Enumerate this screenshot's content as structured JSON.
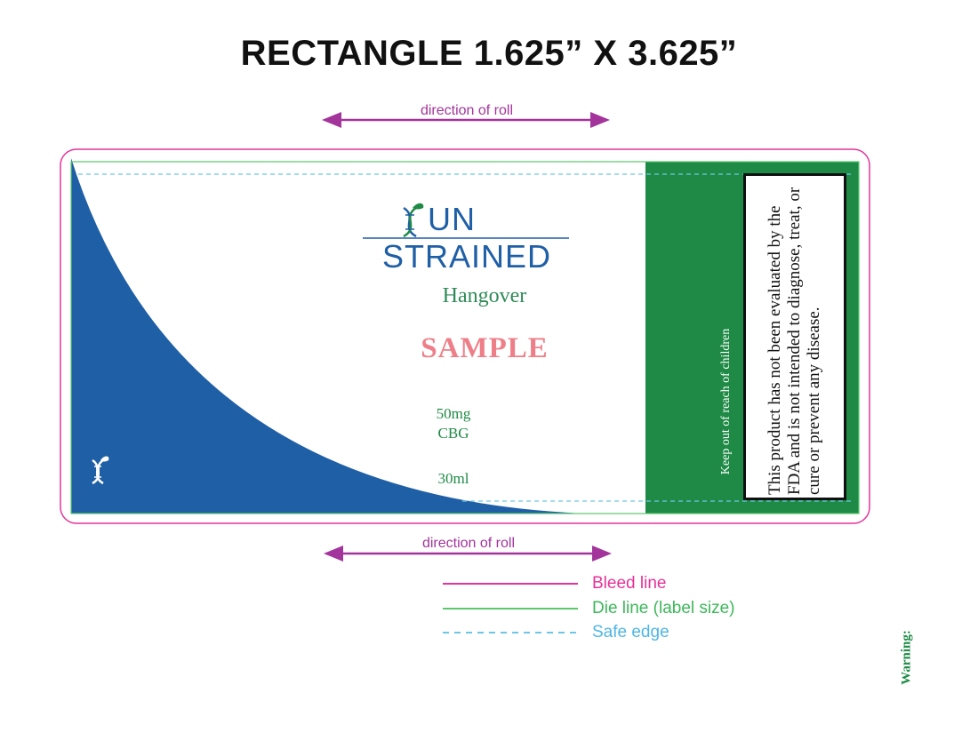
{
  "title": "RECTANGLE 1.625” X 3.625”",
  "roll": {
    "top_label": "direction of roll",
    "bottom_label": "direction of roll"
  },
  "label": {
    "brand": {
      "left": "UN",
      "right": "STRAINED"
    },
    "product_name": "Hangover",
    "watermark": "SAMPLE",
    "strength": {
      "amount": "50mg",
      "compound": "CBG"
    },
    "volume": "30ml",
    "side_text": "Keep out of reach of children",
    "fda_disclaimer": "This product has not been evaluated by the FDA and is not intended to diagnose, treat, or cure or prevent any disease."
  },
  "warning_label": "Warning:",
  "legend": {
    "bleed": "Bleed line",
    "die": "Die line (label size)",
    "safe": "Safe edge"
  },
  "colors": {
    "bleed": "#e6339a",
    "die": "#5cc86e",
    "safe": "#6ec6e6",
    "arrow": "#a3349b",
    "brand_blue": "#1f5fa6",
    "brand_green": "#1e8a45",
    "product_green": "#2e8b57",
    "sample_pink": "#ee7f88",
    "panel_green": "#1e8a45"
  }
}
